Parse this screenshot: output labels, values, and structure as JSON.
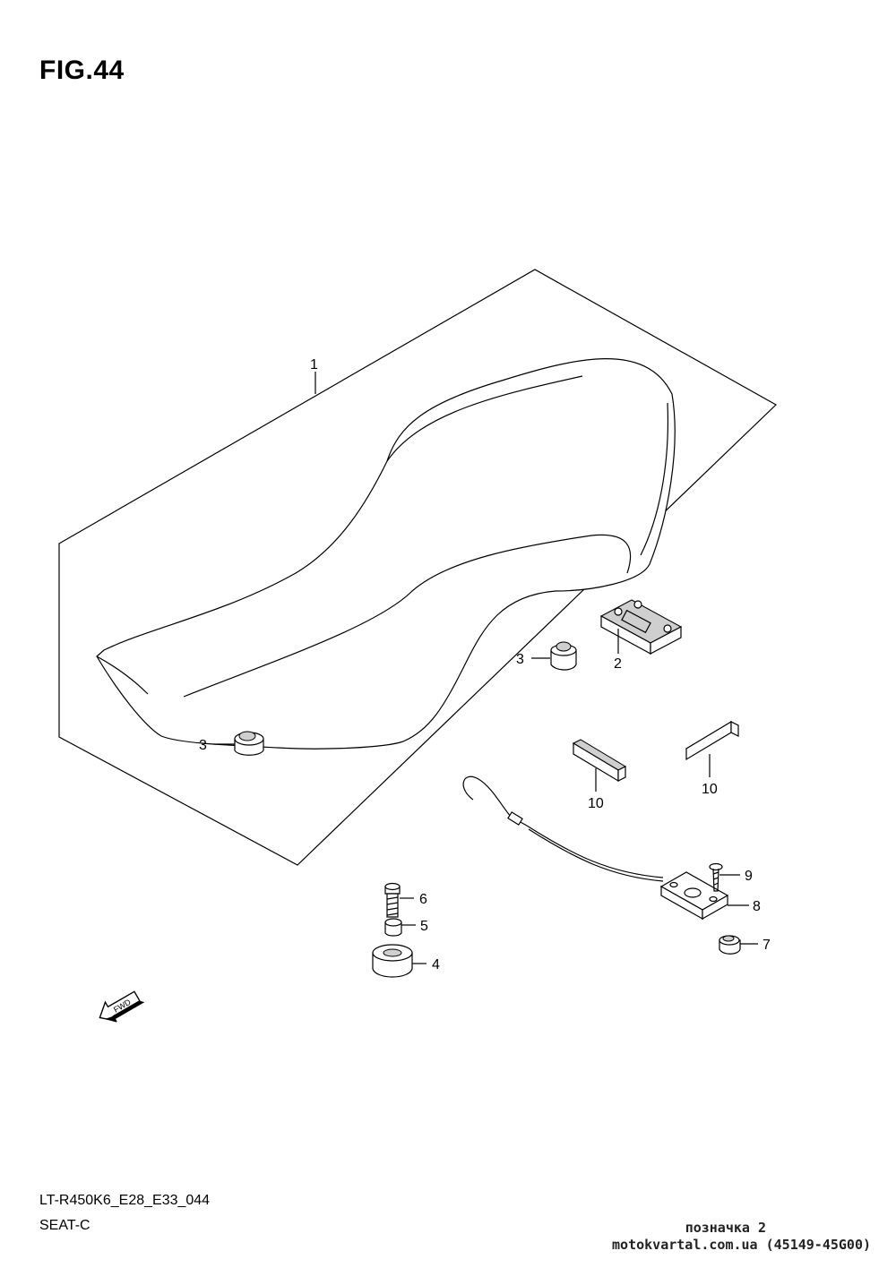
{
  "figure": {
    "title": "FIG.44"
  },
  "callouts": {
    "seat": "1",
    "seat_lock": "2",
    "cushion_a": "3",
    "cushion_b": "3",
    "spacer": "4",
    "collar": "5",
    "bolt": "6",
    "cushion_c": "7",
    "cable_holder": "8",
    "screw": "9",
    "band_a": "10",
    "band_b": "10"
  },
  "fwd_arrow": {
    "label": "FWD",
    "icon": "fwd-arrow-icon"
  },
  "footer": {
    "model_code": "LT-R450K6_E28_E33_044",
    "section_name": "SEAT-C"
  },
  "watermark": {
    "label": "позначка 2",
    "site": "motokvartal.com.ua (45149-45G00)"
  }
}
